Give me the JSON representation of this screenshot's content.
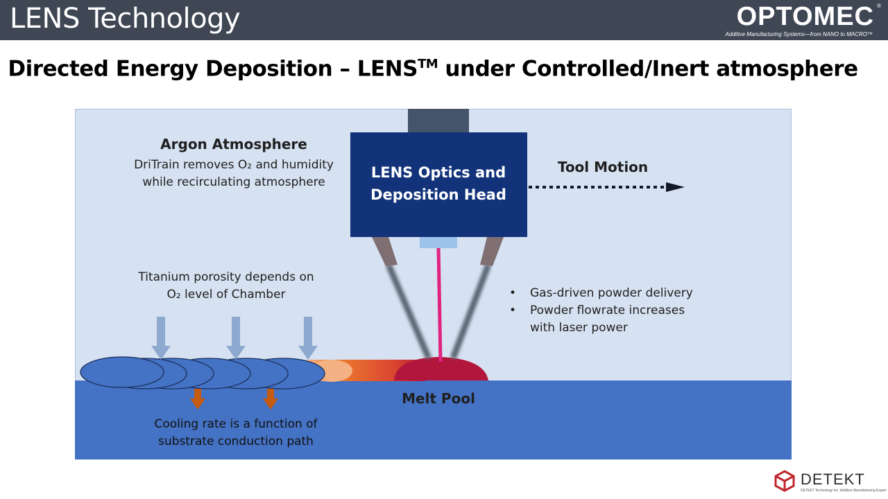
{
  "header": {
    "title": "LENS Technology",
    "logo_text": "OPTOMEC",
    "logo_registered": "®",
    "logo_tagline": "Additive Manufacturing Systems—from NANO to MACRO™"
  },
  "slide": {
    "title_main": "Directed Energy Deposition – LENS",
    "title_sup": "TM",
    "title_rest": " under Controlled/Inert atmosphere"
  },
  "diagram": {
    "argon_title": "Argon Atmosphere",
    "argon_line1": "DriTrain removes O₂ and humidity",
    "argon_line2": "while recirculating atmosphere",
    "head_line1": "LENS Optics and",
    "head_line2": "Deposition Head",
    "tool_motion": "Tool Motion",
    "porosity_line1": "Titanium porosity depends on",
    "porosity_line2": "O₂ level of Chamber",
    "bullets": [
      "Gas-driven powder delivery",
      "Powder flowrate increases",
      "with laser power"
    ],
    "melt_pool": "Melt Pool",
    "cooling_line1": "Cooling rate is a function of",
    "cooling_line2": "substrate conduction path"
  },
  "footer": {
    "detekt_text": "DETEKT",
    "detekt_tagline": "DETEKT Technology Inc. Additive Manufacturing Expert"
  },
  "colors": {
    "header_bg": "#3f4755",
    "chamber": "#d6e1f1",
    "substrate": "#4472c4",
    "head": "#12337a",
    "melt_pool": "#b3163c",
    "laser": "#e0237e",
    "down_arrow": "#8ea9d0",
    "heat_arrow": "#c55a11"
  }
}
